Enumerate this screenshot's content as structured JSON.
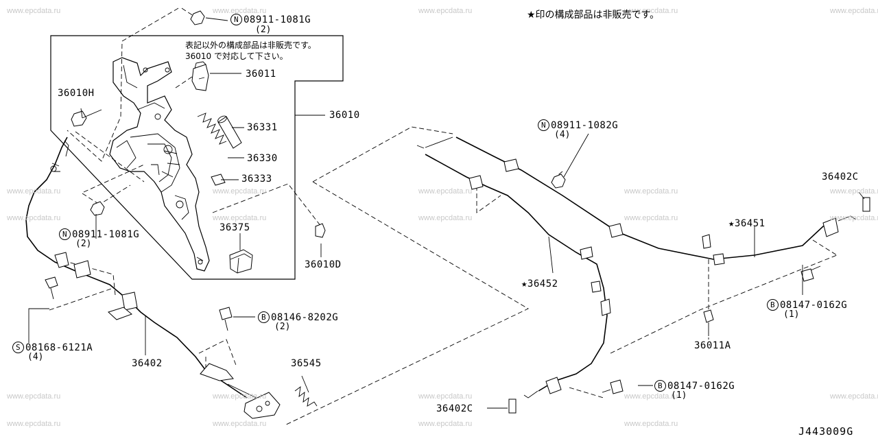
{
  "watermark": "www.epcdata.ru",
  "notes": {
    "star_note": "★印の構成部品は非販売です。",
    "box_note_line1": "表記以外の構成部品は非販売です。",
    "box_note_line2": "36010 で対応して下さい。"
  },
  "diagram_code": "J443009G",
  "parts": {
    "p_08911_1081G_top": {
      "prefix": "N",
      "code": "08911-1081G",
      "qty": "(2)"
    },
    "p_08911_1081G_mid": {
      "prefix": "N",
      "code": "08911-1081G",
      "qty": "(2)"
    },
    "p_08911_1082G": {
      "prefix": "N",
      "code": "08911-1082G",
      "qty": "(4)"
    },
    "p_08146_8202G": {
      "prefix": "B",
      "code": "08146-8202G",
      "qty": "(2)"
    },
    "p_08168_6121A": {
      "prefix": "S",
      "code": "08168-6121A",
      "qty": "(4)"
    },
    "p_08147_0162G_right": {
      "prefix": "B",
      "code": "08147-0162G",
      "qty": "(1)"
    },
    "p_08147_0162G_bottom": {
      "prefix": "B",
      "code": "08147-0162G",
      "qty": "(1)"
    },
    "p_36011": "36011",
    "p_36010H": "36010H",
    "p_36010": "36010",
    "p_36331": "36331",
    "p_36330": "36330",
    "p_36333": "36333",
    "p_36375": "36375",
    "p_36010D": "36010D",
    "p_36402": "36402",
    "p_36545": "36545",
    "p_36452": "★36452",
    "p_36451": "★36451",
    "p_36402C_right": "36402C",
    "p_36402C_bottom": "36402C",
    "p_36011A": "36011A"
  }
}
